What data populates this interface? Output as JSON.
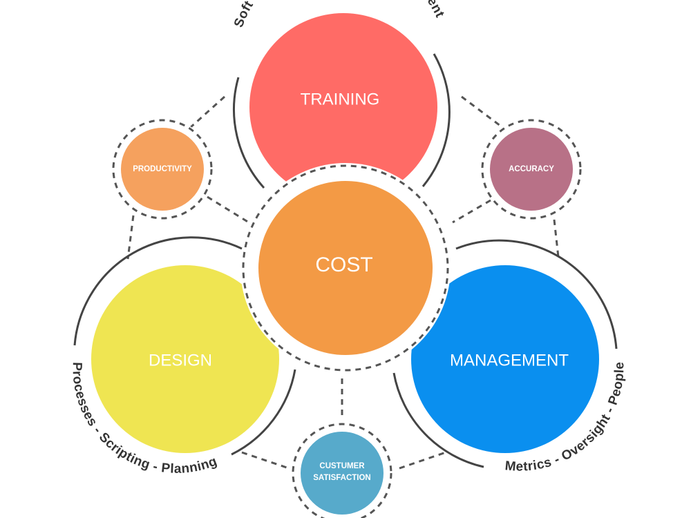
{
  "diagram": {
    "center": {
      "label": "COST",
      "color": "#F39A45"
    },
    "main_nodes": [
      {
        "id": "training",
        "label": "TRAINING",
        "color": "#FF6B66",
        "arc_text": "Soft Skills - Knowledge - Development"
      },
      {
        "id": "design",
        "label": "DESIGN",
        "color": "#EFE552",
        "arc_text": "Processes - Scripting - Planning"
      },
      {
        "id": "management",
        "label": "MANAGEMENT",
        "color": "#0A8FEF",
        "arc_text": "Metrics - Oversight - People"
      }
    ],
    "satellite_nodes": [
      {
        "id": "productivity",
        "label": "PRODUCTIVITY",
        "color": "#F5A15E"
      },
      {
        "id": "accuracy",
        "label": "ACCURACY",
        "color": "#B87187"
      },
      {
        "id": "customer",
        "label_line1": "CUSTUMER",
        "label_line2": "SATISFACTION",
        "color": "#57AACB"
      }
    ],
    "colors": {
      "ring": "#444444",
      "dash": "#555555",
      "arc_text": "#333333"
    }
  }
}
